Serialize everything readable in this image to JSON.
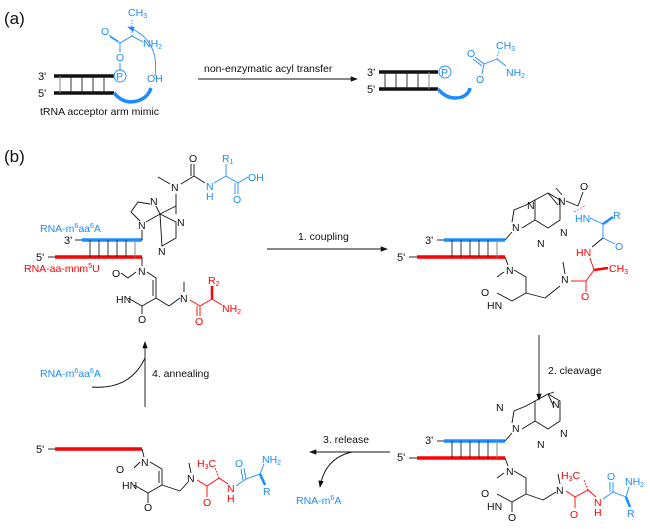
{
  "panels": {
    "a": {
      "label": "(a)",
      "caption": "tRNA acceptor arm mimic",
      "arrow_label": "non-enzymatic acyl transfer",
      "end_3": "3'",
      "end_5": "5'",
      "atoms": {
        "P": "P",
        "OH": "OH",
        "O": "O",
        "CH3": "CH",
        "CH3_sub": "3",
        "NH2": "NH",
        "NH2_sub": "2"
      }
    },
    "b": {
      "label": "(b)",
      "strand_blue": {
        "prefix": "RNA-m",
        "sup1": "6",
        "mid": "aa",
        "sup2": "6",
        "suffix": "A"
      },
      "strand_red": {
        "prefix": "RNA-aa-mnm",
        "sup": "5",
        "suffix": "U"
      },
      "steps": {
        "coupling": "1. coupling",
        "cleavage": "2. cleavage",
        "release": "3. release",
        "annealing": "4. annealing"
      },
      "release_product": {
        "prefix": "RNA-m",
        "sup": "6",
        "suffix": "A"
      },
      "annealing_input": {
        "prefix": "RNA-m",
        "sup1": "6",
        "mid": "aa",
        "sup2": "6",
        "suffix": "A"
      },
      "end_3": "3'",
      "end_5": "5'",
      "atoms": {
        "N": "N",
        "O": "O",
        "OH": "OH",
        "HN": "HN",
        "H": "H",
        "R": "R",
        "R1": "R",
        "R1_sub": "1",
        "R2": "R",
        "R2_sub": "2",
        "NH2": "NH",
        "NH2_sub": "2",
        "H3C": "H",
        "H3C_sub": "3",
        "H3C_tail": "C",
        "CH3": "CH",
        "CH3_sub": "3"
      }
    }
  },
  "colors": {
    "blue": "#1a8cff",
    "red": "#ff0000",
    "black": "#111111",
    "cleave_mark": "#e040e0"
  }
}
